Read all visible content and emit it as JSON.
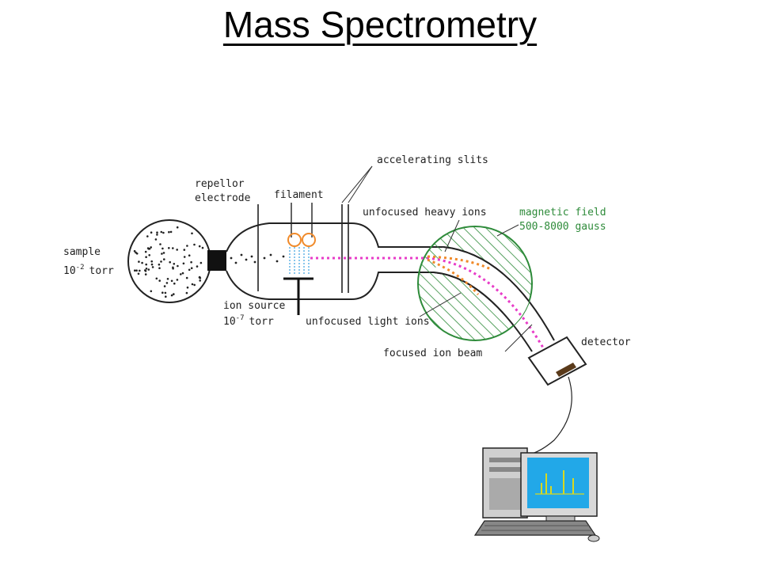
{
  "title": "Mass Spectrometry",
  "labels": {
    "sample": "sample",
    "sample_pressure_base": "10",
    "sample_pressure_exp": "-2",
    "sample_pressure_unit": "torr",
    "repellor_line1": "repellor",
    "repellor_line2": "electrode",
    "filament": "filament",
    "accelerating_slits": "accelerating slits",
    "unfocused_heavy_ions": "unfocused heavy ions",
    "magnetic_field_line1": "magnetic field",
    "magnetic_field_line2": "500-8000 gauss",
    "ion_source": "ion source",
    "ion_source_pressure_base": "10",
    "ion_source_pressure_exp": "-7",
    "ion_source_pressure_unit": "torr",
    "unfocused_light_ions": "unfocused light ions",
    "focused_ion_beam": "focused ion beam",
    "detector": "detector"
  },
  "colors": {
    "beam": "#e83cc8",
    "heavy_ions": "#f08a2a",
    "magnetic_field": "#2e8b3a",
    "filament": "#f08a2a",
    "ionization": "#3aa0e0",
    "monitor_screen": "#22a8e8",
    "spectrum_peaks": "#d8d820"
  }
}
